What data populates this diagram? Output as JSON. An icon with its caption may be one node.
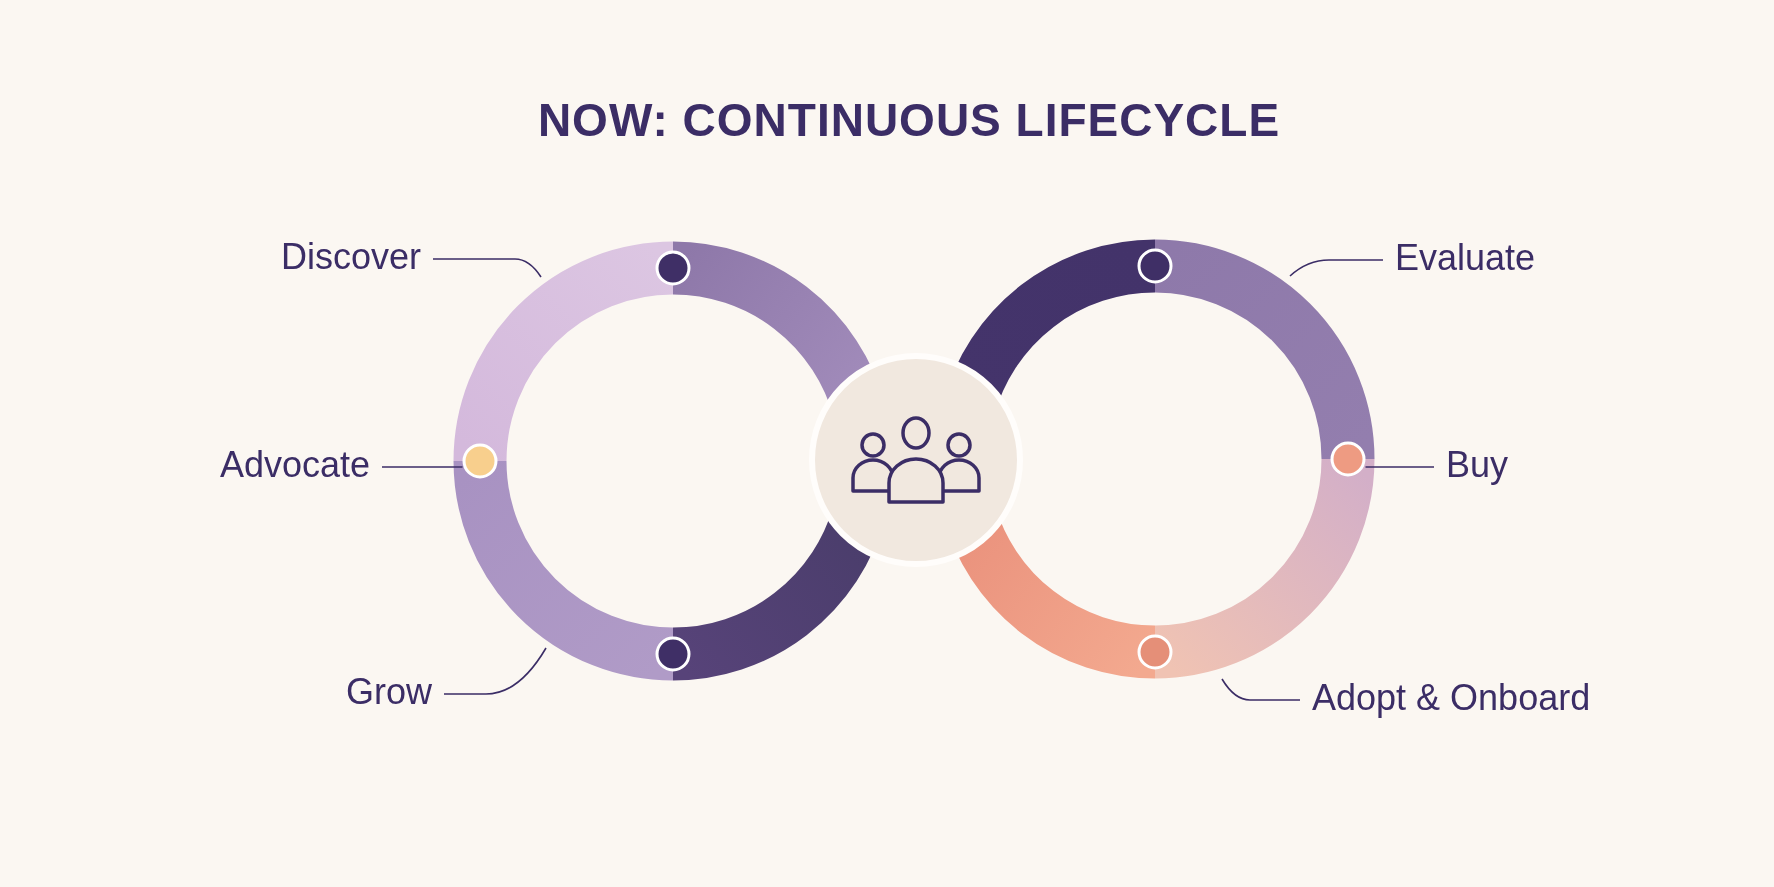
{
  "diagram": {
    "title": "NOW: CONTINUOUS LIFECYCLE",
    "nodes": [
      {
        "text": [
          "Discover"
        ]
      },
      {
        "text": [
          "Evaluate"
        ]
      },
      {
        "text": [
          "Advocate"
        ]
      },
      {
        "text": [],
        "shape": "circle"
      },
      {
        "text": [],
        "shape": "circle"
      },
      {
        "text": [
          "Buy"
        ]
      },
      {
        "text": [
          "Grow"
        ]
      },
      {
        "text": [
          "Adopt & Onboard"
        ]
      }
    ],
    "edges": [
      {
        "from": 0,
        "to": null,
        "arrow": "none"
      },
      {
        "from": 1,
        "to": null,
        "arrow": "none"
      },
      {
        "from": 2,
        "to": 3,
        "arrow": "none"
      },
      {
        "from": 5,
        "to": 4,
        "arrow": "none"
      },
      {
        "from": 6,
        "to": null,
        "arrow": "none"
      },
      {
        "from": 7,
        "to": null,
        "arrow": "none"
      }
    ]
  }
}
